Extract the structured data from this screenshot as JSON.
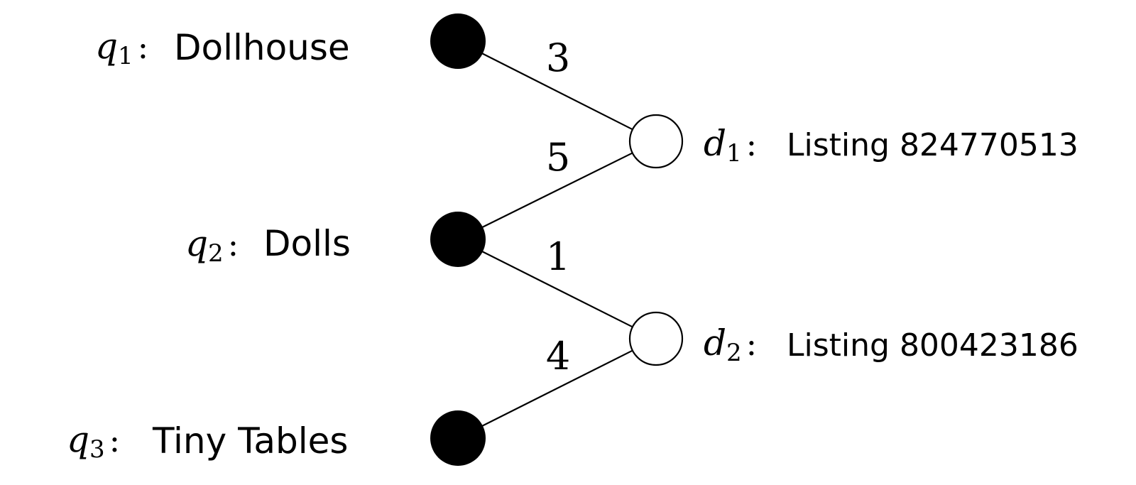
{
  "queries": [
    {
      "var": "q",
      "sub": "1",
      "label": "Dollhouse"
    },
    {
      "var": "q",
      "sub": "2",
      "label": "Dolls"
    },
    {
      "var": "q",
      "sub": "3",
      "label": "Tiny Tables"
    }
  ],
  "documents": [
    {
      "var": "d",
      "sub": "1",
      "label": "Listing 824770513"
    },
    {
      "var": "d",
      "sub": "2",
      "label": "Listing 800423186"
    }
  ],
  "edges": [
    {
      "query": "q1",
      "document": "d1",
      "weight": "3"
    },
    {
      "query": "q2",
      "document": "d1",
      "weight": "5"
    },
    {
      "query": "q2",
      "document": "d2",
      "weight": "1"
    },
    {
      "query": "q3",
      "document": "d2",
      "weight": "4"
    }
  ],
  "colors": {
    "query_node": "#000000",
    "document_node": "#ffffff",
    "edge": "#000000"
  },
  "separator": ":"
}
